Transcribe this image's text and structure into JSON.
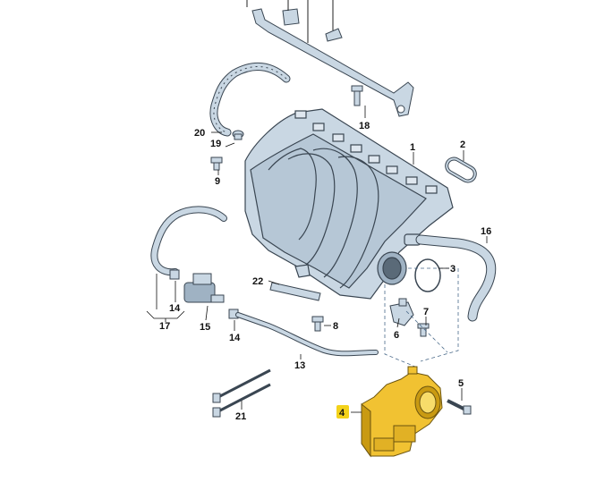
{
  "diagram": {
    "colors": {
      "part_fill": "#c9d7e3",
      "part_dark": "#9fb2c3",
      "part_stroke": "#3a4652",
      "highlight_fill": "#f1c232",
      "highlight_dark": "#c99a12",
      "label_highlight": "#f3d21a"
    },
    "callouts": [
      {
        "id": "1",
        "text": "1"
      },
      {
        "id": "2",
        "text": "2"
      },
      {
        "id": "3",
        "text": "3"
      },
      {
        "id": "4",
        "text": "4",
        "highlighted": true
      },
      {
        "id": "5",
        "text": "5"
      },
      {
        "id": "6",
        "text": "6"
      },
      {
        "id": "7",
        "text": "7"
      },
      {
        "id": "8",
        "text": "8"
      },
      {
        "id": "9",
        "text": "9"
      },
      {
        "id": "13",
        "text": "13"
      },
      {
        "id": "14a",
        "text": "14"
      },
      {
        "id": "14b",
        "text": "14"
      },
      {
        "id": "15",
        "text": "15"
      },
      {
        "id": "16",
        "text": "16"
      },
      {
        "id": "17",
        "text": "17"
      },
      {
        "id": "18",
        "text": "18"
      },
      {
        "id": "19",
        "text": "19"
      },
      {
        "id": "20",
        "text": "20"
      },
      {
        "id": "21",
        "text": "21"
      },
      {
        "id": "22",
        "text": "22"
      }
    ]
  }
}
